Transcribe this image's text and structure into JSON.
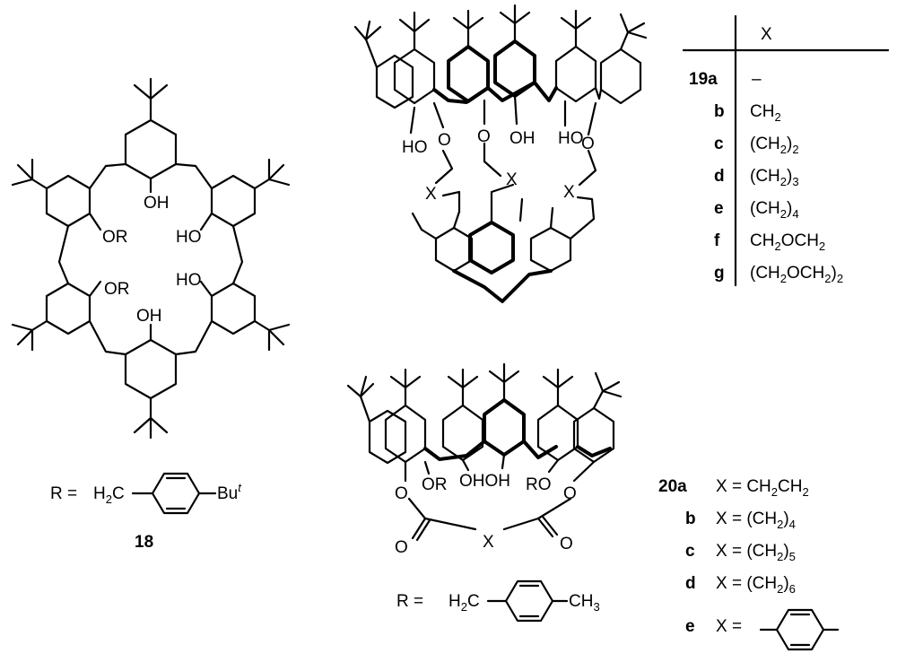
{
  "compound18": {
    "oh_top": "OH",
    "oh_bottom": "OH",
    "or_upper": "OR",
    "or_lower": "OR",
    "ho_upper": "HO",
    "ho_lower": "HO",
    "r_prefix": "R =",
    "r_h2c": "H2C",
    "r_but": "But",
    "label": "18"
  },
  "compound19": {
    "ho_left": "HO",
    "oh_center": "OH",
    "ho_right": "HO",
    "o_right": "O",
    "o_left": "O",
    "o_center": "O",
    "x_left": "X",
    "x_center": "X",
    "x_right": "X",
    "table_header": "X",
    "rows": [
      {
        "label": "19a",
        "x": "–"
      },
      {
        "label": "b",
        "x": "CH2"
      },
      {
        "label": "c",
        "x": "(CH2)2"
      },
      {
        "label": "d",
        "x": "(CH2)3"
      },
      {
        "label": "e",
        "x": "(CH2)4"
      },
      {
        "label": "f",
        "x": "CH2OCH2"
      },
      {
        "label": "g",
        "x": "(CH2OCH2)2"
      }
    ]
  },
  "compound20": {
    "or_left": "OR",
    "oh_center": "OHOH",
    "ro_right": "RO",
    "o_left": "O",
    "o_right": "O",
    "x_bridge": "X",
    "o_carbonyl_left": "O",
    "o_carbonyl_right": "O",
    "r_prefix": "R =",
    "r_h2c": "H2C",
    "r_ch3": "CH3",
    "rows": [
      {
        "label": "20a",
        "x": "X = CH2CH2"
      },
      {
        "label": "b",
        "x": "X = (CH2)4"
      },
      {
        "label": "c",
        "x": "X = (CH2)5"
      },
      {
        "label": "d",
        "x": "X = (CH2)6"
      },
      {
        "label": "e",
        "x": "X ="
      }
    ]
  }
}
